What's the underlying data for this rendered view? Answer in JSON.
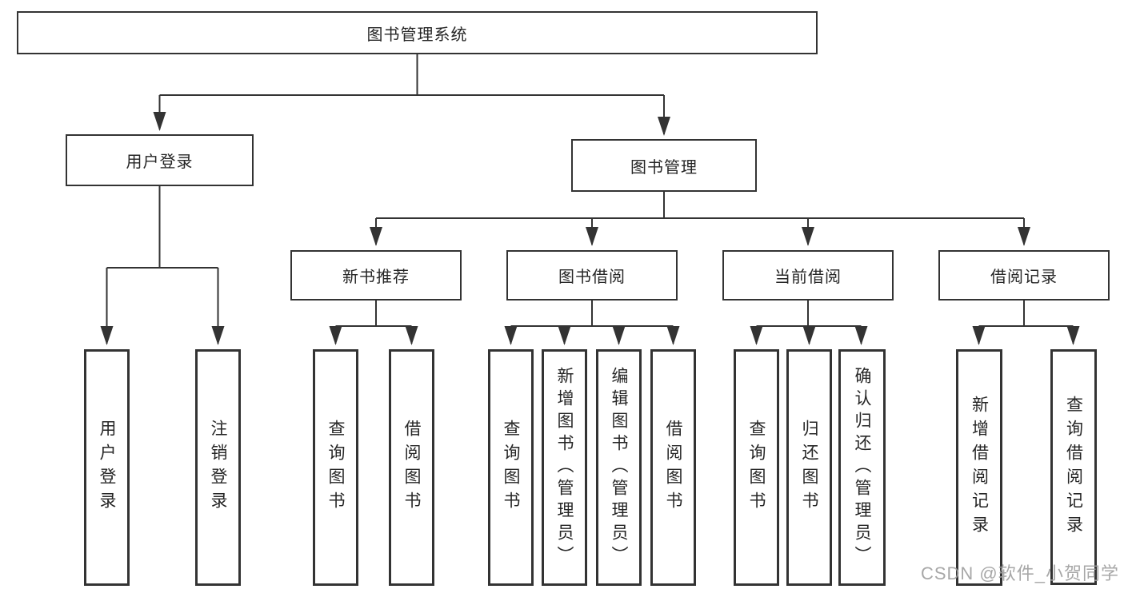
{
  "tree": {
    "label": "图书管理系统",
    "children": [
      {
        "label": "用户登录",
        "children": [
          {
            "label": "用户登录"
          },
          {
            "label": "注销登录"
          }
        ]
      },
      {
        "label": "图书管理",
        "children": [
          {
            "label": "新书推荐",
            "children": [
              {
                "label": "查询图书"
              },
              {
                "label": "借阅图书"
              }
            ]
          },
          {
            "label": "图书借阅",
            "children": [
              {
                "label": "查询图书"
              },
              {
                "label": "新增图书（管理员）"
              },
              {
                "label": "编辑图书（管理员）"
              },
              {
                "label": "借阅图书"
              }
            ]
          },
          {
            "label": "当前借阅",
            "children": [
              {
                "label": "查询图书"
              },
              {
                "label": "归还图书"
              },
              {
                "label": "确认归还（管理员）"
              }
            ]
          },
          {
            "label": "借阅记录",
            "children": [
              {
                "label": "新增借阅记录"
              },
              {
                "label": "查询借阅记录"
              }
            ]
          }
        ]
      }
    ]
  },
  "watermark": "CSDN @软件_小贺同学",
  "colors": {
    "line": "#333333",
    "text": "#262626",
    "background": "#ffffff",
    "watermark": "#9e9e9e"
  }
}
